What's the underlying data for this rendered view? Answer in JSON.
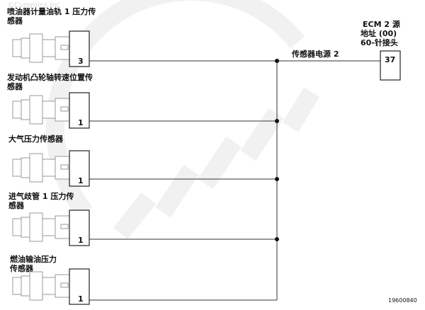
{
  "watermark": "Cummins",
  "copyright": "©Cummins Inc",
  "figure_id": "19600840",
  "ecm": {
    "line1": "ECM 2 源",
    "line2": "地址 (00)",
    "line3": "60-针接头",
    "pin": "37"
  },
  "circuit_label": "传感器电源 2",
  "sensors": [
    {
      "line1": "喷油器计量油轨 1 压力传",
      "line2": "感器",
      "pin": "3"
    },
    {
      "line1": "发动机凸轮轴转速位置传",
      "line2": "感器",
      "pin": "1"
    },
    {
      "line1": "大气压力传感器",
      "line2": "",
      "pin": "1"
    },
    {
      "line1": "进气歧管 1 压力传",
      "line2": "感器",
      "pin": "1"
    },
    {
      "line1": "燃油输油压力",
      "line2": "传感器",
      "pin": "1"
    }
  ]
}
